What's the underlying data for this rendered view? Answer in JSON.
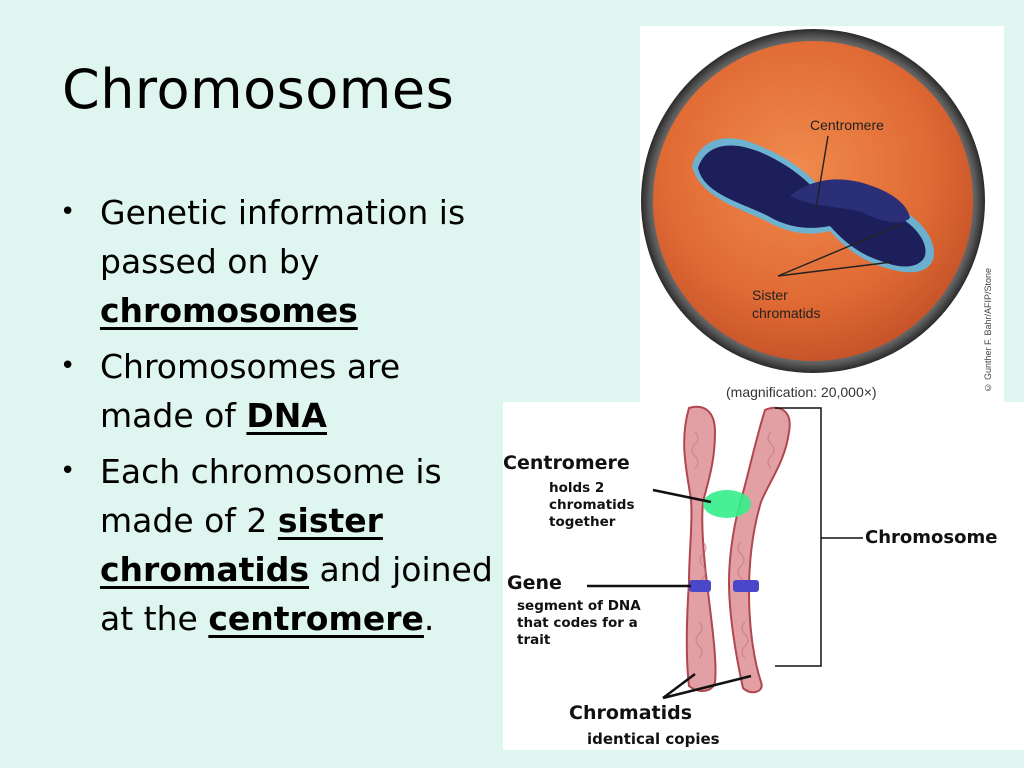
{
  "slide": {
    "title": "Chromosomes",
    "bullets": [
      {
        "text_before": "Genetic information is passed on by ",
        "keyword": "chromosomes",
        "text_after": ""
      },
      {
        "text_before": "Chromosomes are made of ",
        "keyword": "DNA",
        "text_after": ""
      },
      {
        "text_before": "Each chromosome is made of 2 ",
        "keyword": "sister chromatids",
        "text_middle": " and joined at the ",
        "keyword2": "centromere",
        "text_after": "."
      }
    ]
  },
  "micrograph": {
    "label_centromere": "Centromere",
    "label_sister_line1": "Sister",
    "label_sister_line2": "chromatids",
    "magnification": "(magnification: 20,000×)",
    "credit": "© Gunther F. Bahr/AFIP/Stone"
  },
  "diagram": {
    "centromere_title": "Centromere",
    "centromere_desc": [
      "holds 2",
      "chromatids",
      "together"
    ],
    "gene_title": "Gene",
    "gene_desc": [
      "segment of DNA",
      "that codes for a",
      "trait"
    ],
    "chromosome_label": "Chromosome",
    "chromatids_title": "Chromatids",
    "chromatids_desc": "identical copies"
  },
  "colors": {
    "background": "#dff5ef",
    "chromosome_fill": "#e2a0a4",
    "chromosome_outline": "#b0474f",
    "centromere_highlight": "#33ee88",
    "gene_band": "#4a48c8",
    "micro_disc": "#e8703a"
  }
}
